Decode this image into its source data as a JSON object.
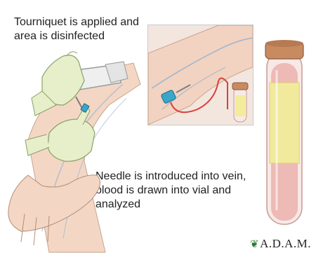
{
  "captions": {
    "step1": "Tourniquet is applied and area is disinfected",
    "step2": "Needle is introduced into vein, blood is drawn into vial and analyzed"
  },
  "logo": {
    "text": "A.D.A.M.",
    "icon": "adam-leaf-icon"
  },
  "colors": {
    "skin": "#f3d7c4",
    "glove": "#e6efc9",
    "blood": "#d9403a",
    "needle_hub": "#3aa7c9",
    "label": "#f2ec9b"
  }
}
